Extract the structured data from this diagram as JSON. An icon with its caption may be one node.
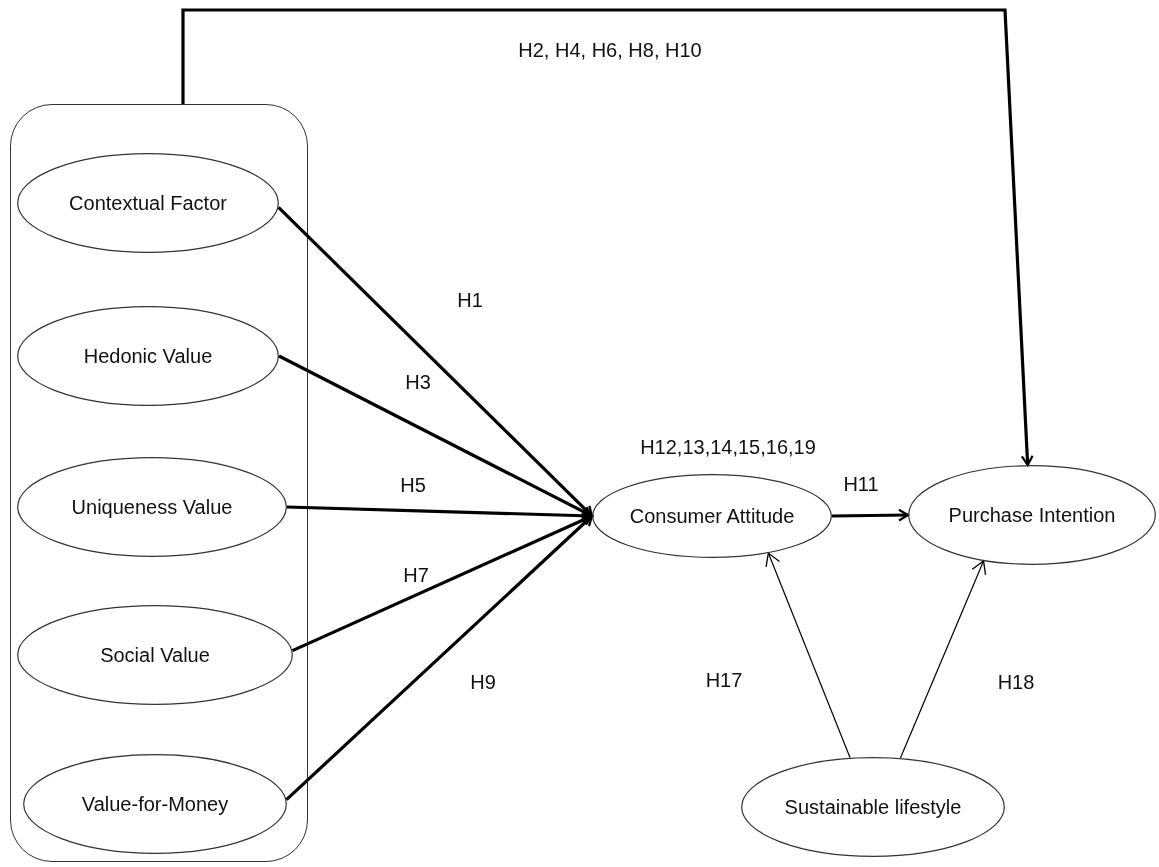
{
  "diagram": {
    "nodes": [
      {
        "text": [],
        "shape": "box"
      },
      {
        "text": [
          "Contextual Factor"
        ],
        "in": 0
      },
      {
        "text": [
          "Hedonic Value"
        ],
        "in": 0
      },
      {
        "text": [
          "Uniqueness Value"
        ],
        "in": 0
      },
      {
        "text": [
          "Social Value"
        ],
        "in": 0
      },
      {
        "text": [
          "Value-for-Money"
        ],
        "in": 0
      },
      {
        "text": [
          "Consumer Attitude"
        ],
        "beside": [
          "H12,13,14,15,16,19"
        ]
      },
      {
        "text": [
          "Purchase Intention"
        ]
      },
      {
        "text": [
          "Sustainable lifestyle"
        ]
      }
    ],
    "edges": [
      {
        "from": 0,
        "to": 7,
        "arrow": "to",
        "label": "H2, H4, H6, H8, H10"
      },
      {
        "from": 1,
        "to": 6,
        "arrow": "to",
        "label": "H1"
      },
      {
        "from": 2,
        "to": 6,
        "arrow": "to",
        "label": "H3"
      },
      {
        "from": 3,
        "to": 6,
        "arrow": "to",
        "label": "H5"
      },
      {
        "from": 4,
        "to": 6,
        "arrow": "to",
        "label": "H7"
      },
      {
        "from": 5,
        "to": 6,
        "arrow": "to",
        "label": "H9"
      },
      {
        "from": 6,
        "to": 7,
        "arrow": "to",
        "label": "H11"
      },
      {
        "from": 8,
        "to": 6,
        "arrow": "to",
        "label": "H17"
      },
      {
        "from": 8,
        "to": 7,
        "arrow": "to",
        "label": "H18"
      }
    ]
  }
}
